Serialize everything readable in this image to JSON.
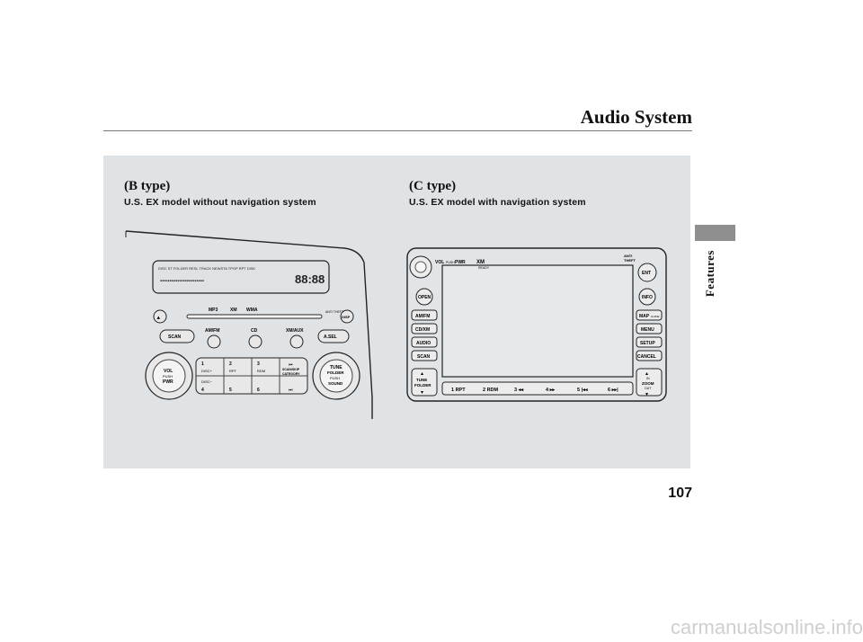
{
  "header": {
    "title": "Audio System"
  },
  "side_tab": {
    "label": "Features"
  },
  "left": {
    "heading": "(B type)",
    "model": "U.S. EX model without navigation system",
    "radio": {
      "display_top": "DISC ST FOLDER RESL TRACK NEWSTA TPOP RPT DISK",
      "display_indicators": "MP3 WMA",
      "time": "88:88",
      "mp3_label": "MP3",
      "wma_label": "WMA",
      "xm_label": "XM",
      "scan": "SCAN",
      "amfm": "AM/FM",
      "cd": "CD",
      "xmaux": "XM/AUX",
      "asel": "A.SEL",
      "vol": "VOL",
      "push": "PUSH",
      "pwr": "PWR",
      "tune": "TUNE",
      "folder": "FOLDER",
      "push2": "PUSH",
      "sound": "SOUND",
      "disc_up": "DISC+",
      "disc_down": "DISC−",
      "rpt": "RPT",
      "rdm": "RDM",
      "scan_cat": "SCAN/SKIP",
      "category": "CATEGORY",
      "presets": [
        "1",
        "2",
        "3",
        "4",
        "5",
        "6"
      ],
      "disp": "DISP",
      "anti_theft": "ANTI THEFT"
    }
  },
  "right": {
    "heading": "(C type)",
    "model": "U.S. EX model with navigation system",
    "nav": {
      "vol": "VOL",
      "push": "PUSH",
      "pwr": "PWR",
      "xm": "XM",
      "ready": "READY",
      "anti": "ANTI",
      "theft": "THEFT",
      "left_buttons": [
        "OPEN",
        "AM/FM",
        "CD/XM",
        "AUDIO",
        "SCAN"
      ],
      "tune": "TUNE",
      "folder": "FOLDER",
      "right_buttons": [
        "ENT",
        "INFO",
        "MAP",
        "MENU",
        "SETUP",
        "CANCEL"
      ],
      "guide": "GUIDE",
      "zoom": "ZOOM",
      "in": "IN",
      "out": "OUT",
      "presets": [
        "1 RPT",
        "2 RDM",
        "3 ◂◂",
        "4 ▸▸",
        "5 |◂◂",
        "6 ▸▸|"
      ]
    }
  },
  "page_number": "107",
  "watermark": "carmanualsonline.info"
}
